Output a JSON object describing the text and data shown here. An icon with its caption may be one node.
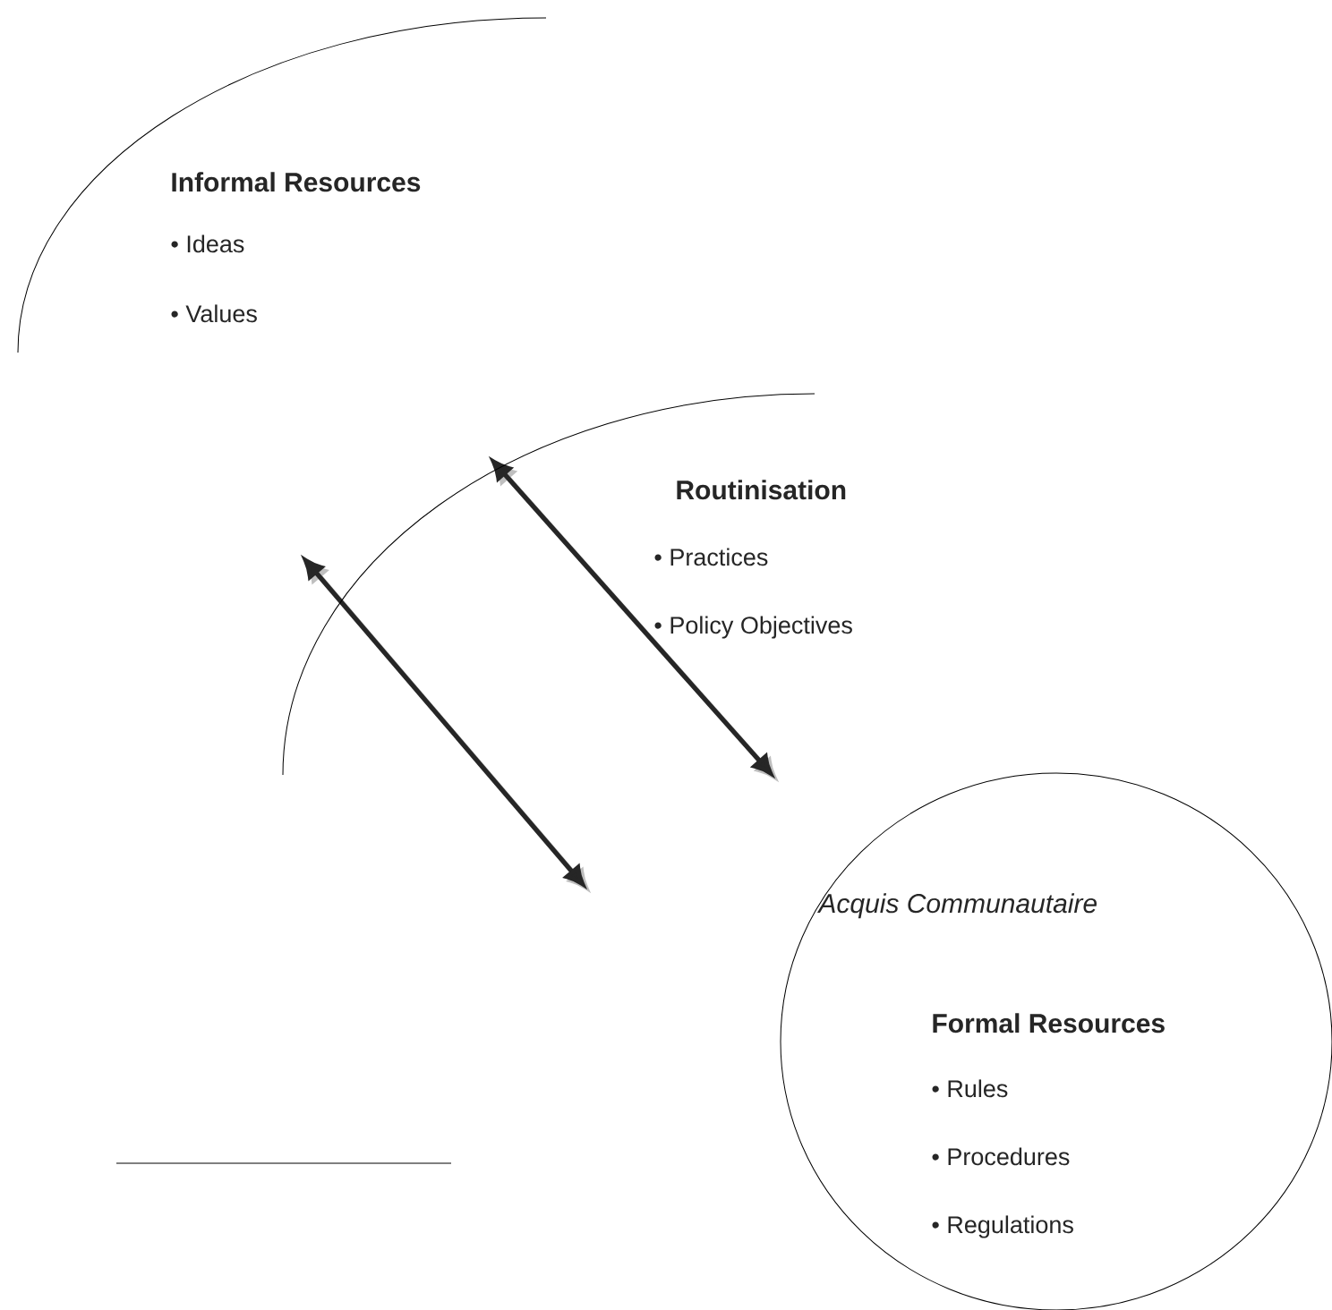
{
  "diagram": {
    "nodes": [
      {
        "text": [
          "Informal Resources",
          "• Ideas",
          "• Values"
        ]
      },
      {
        "text": [
          "Routinisation",
          "• Practices",
          "• Policy Objectives"
        ]
      },
      {
        "text": [
          "Acquis Communautaire",
          "Formal Resources",
          "• Rules",
          "• Procedures",
          "• Regulations"
        ]
      }
    ]
  }
}
